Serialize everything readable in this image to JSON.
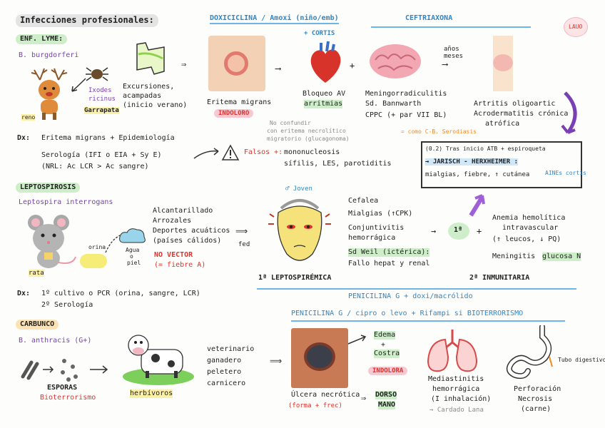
{
  "title": "Infecciones profesionales:",
  "logo": "LAUO",
  "lyme": {
    "heading": "ENF. LYME:",
    "agent": "B. burgdorferi",
    "reno": "reno",
    "tick_label_line1": "Ixodes",
    "tick_label_line2": "ricinus",
    "garrapata": "Garrapata",
    "exc_line1": "Excursiones,",
    "exc_line2": "acampadas",
    "exc_line3": "(inicio verano)",
    "treatment_top": "DOXICICLINA / Amoxi (niño/emb)",
    "corticoides": "+ CORTIS",
    "eritema_line1": "Eritema migrans",
    "indoloro": "INDOLORO",
    "bloqueo_line1": "Bloqueo AV",
    "bloqueo_line2": "arritmias",
    "plus": "+",
    "ceftriaxona": "CEFTRIAXONA",
    "anos_line1": "años",
    "anos_line2": "meses",
    "menin_line1": "Meningorradiculitis",
    "menin_line2": "Sd. Bannwarth",
    "menin_line3": "CPPC (+ par VII BL)",
    "menin_note": "= como C-B. Serodiasis",
    "artritis_line1": "Artritis oligoartic",
    "artritis_line2": "Acrodermatitis crónica",
    "artritis_line3": "atrófica",
    "gray_note_line1": "No confundir",
    "gray_note_line2": "con eritema necrolítico",
    "gray_note_line3": "migratorio (glucagonoma)",
    "dx_label": "Dx:",
    "dx_line1": "Eritema migrans + Epidemiología",
    "dx_line2": "Serología (IFI o EIA + Sy E)",
    "dx_line3": "(NRL: Ac LCR > Ac sangre)",
    "falsos": "Falsos +:",
    "falsos_line1": "mononucleosis",
    "falsos_line2": "sífilis, LES, parotiditis",
    "box_line1": "(0.2) Tras inicio ATB + espiroqueta",
    "box_line2": "→ JARISCH - HERXHEIMER :",
    "box_line3": "mialgias, fiebre, ↑ cutánea",
    "box_note": "AINEs cortis"
  },
  "lepto": {
    "heading": "LEPTOSPIROSIS",
    "agent": "Leptospira interrogans",
    "rata": "rata",
    "orina": "orina",
    "agua_line1": "Agua",
    "agua_line2": "o",
    "agua_line3": "piel",
    "alc_line1": "Alcantarillado",
    "alc_line2": "Arrozales",
    "alc_line3": "Deportes acuáticos",
    "alc_line4": "(países cálidos)",
    "no_vector": "NO VECTOR",
    "fiebre": "(= fiebre A)",
    "fed": "fed",
    "joven": "♂ Joven",
    "cefalea": "Cefalea",
    "mialgias": "Mialgias (↑CPK)",
    "conj_line1": "Conjuntivitis",
    "conj_line2": "hemorrágica",
    "weil_line1": "Sd Weil (ictérica):",
    "weil_line2": "Fallo hepat y renal",
    "fase1": "1ª LEPTOSPIRÉMICA",
    "uno": "1ª",
    "anemia_line1": "Anemia hemolítica",
    "anemia_line2": "intravascular",
    "anemia_line3": "(↑ leucos, ↓ PQ)",
    "meningitis": "Meningitis",
    "glucosa": "glucosa N",
    "fase2": "2ª INMUNITARIA",
    "dx_label": "Dx:",
    "dx_line1": "1º cultivo o PCR (orina, sangre, LCR)",
    "dx_line2": "2º Serología",
    "penicilina": "PENICILINA G + doxi/macrólido"
  },
  "carbunco": {
    "heading": "CARBUNCO",
    "agent": "B. anthracis (G+)",
    "treatment": "PENICILINA G / cipro o levo + Rifampi si BIOTERRORISMO",
    "esporas": "ESPORAS",
    "bioterrorismo": "Bioterrorismo",
    "herbivoros": "herbívoros",
    "job1": "veterinario",
    "job2": "ganadero",
    "job3": "peletero",
    "job4": "carnicero",
    "edema_line1": "Edema",
    "edema_line2": "+",
    "edema_line3": "Costra",
    "indolora": "INDOLORA",
    "ulcera": "Úlcera necrótica",
    "forma": "(forma + frec)",
    "dorso_line1": "DORSO",
    "dorso_line2": "MANO",
    "medi_line1": "Mediastinitis",
    "medi_line2": "hemorrágica",
    "medi_line3": "(I inhalación)",
    "medi_line4": "→ Cardado Lana",
    "tubo": "Tubo digestivo",
    "perf_line1": "Perforación",
    "perf_line2": "Necrosis",
    "perf_line3": "(carne)"
  },
  "colors": {
    "blue": "#2f86c9",
    "red": "#e0322c",
    "purple": "#7a3fb3",
    "green_hl": "#cdeec8",
    "yellow_hl": "#fbf0a8"
  }
}
